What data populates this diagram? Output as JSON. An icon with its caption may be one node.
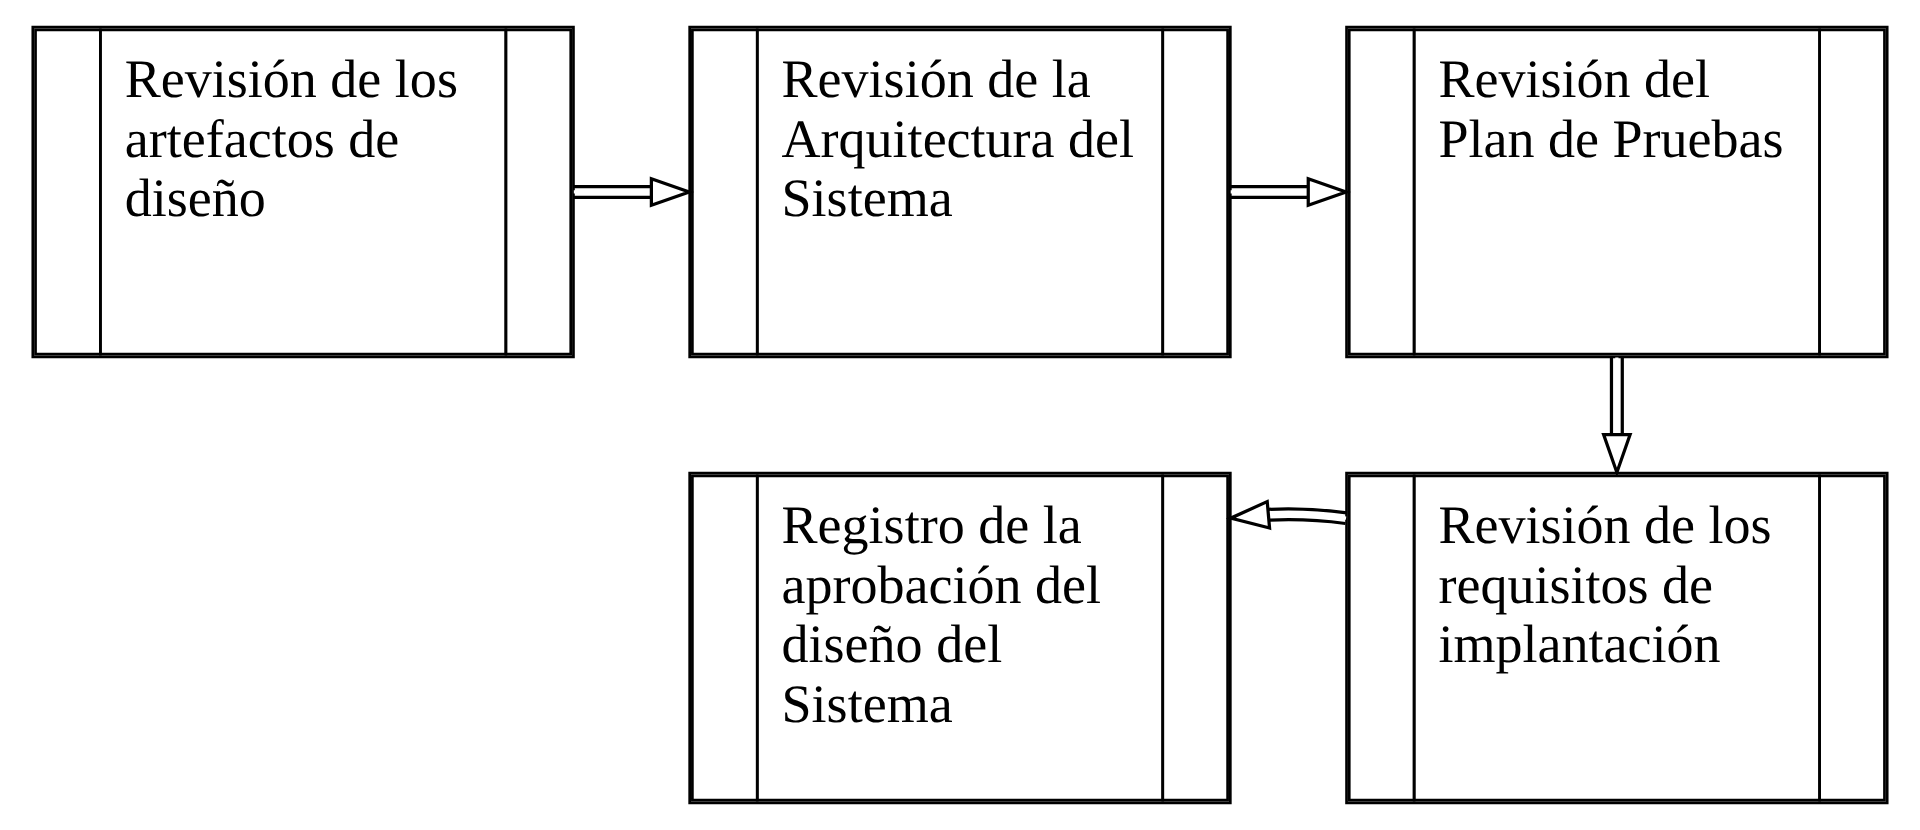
{
  "diagram": {
    "nodes": [
      {
        "text": [
          "Revisión de los artefactos de diseño"
        ]
      },
      {
        "text": [
          "Revisión de la Arquitectura del Sistema"
        ]
      },
      {
        "text": [
          "Revisión del Plan de Pruebas"
        ]
      },
      {
        "text": [
          "Registro de la aprobación del diseño del Sistema"
        ]
      },
      {
        "text": [
          "Revisión de los requisitos de implantación"
        ]
      }
    ],
    "edges": [
      {
        "from": 0,
        "to": 1,
        "arrow": "to"
      },
      {
        "from": 1,
        "to": 2,
        "arrow": "to"
      },
      {
        "from": 2,
        "to": 4,
        "arrow": "to"
      },
      {
        "from": 4,
        "to": 3,
        "arrow": "to"
      }
    ]
  }
}
